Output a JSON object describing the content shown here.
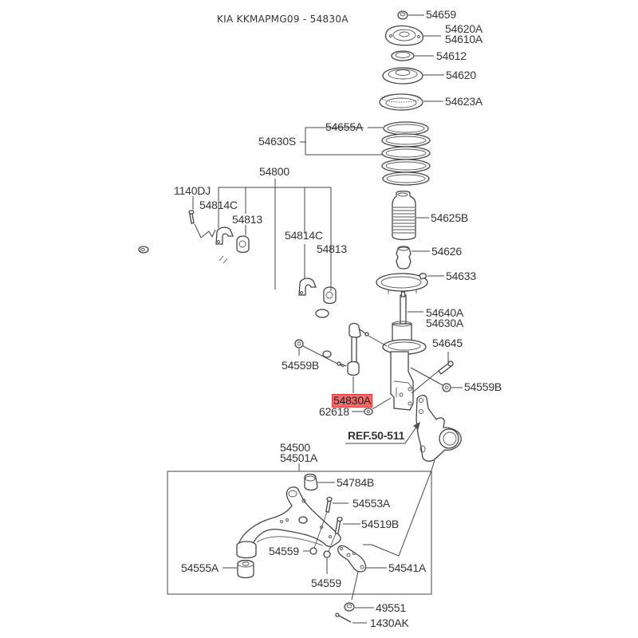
{
  "title": "KIA KKMAPMG09 - 54830A",
  "highlight_color": "#f26b6b",
  "highlighted_part": "54830A",
  "reference": "REF.50-511",
  "labels": {
    "p54659": "54659",
    "p54620A": "54620A",
    "p54610A": "54610A",
    "p54612": "54612",
    "p54620": "54620",
    "p54623A": "54623A",
    "p54655A": "54655A",
    "p54630S": "54630S",
    "p54625B": "54625B",
    "p54626": "54626",
    "p54633": "54633",
    "p54640A": "54640A",
    "p54630A": "54630A",
    "p54645": "54645",
    "p54559B_r": "54559B",
    "p54559B_l": "54559B",
    "p54830A": "54830A",
    "p62618": "62618",
    "p54800": "54800",
    "p1140DJ": "1140DJ",
    "p54814C_1": "54814C",
    "p54813_1": "54813",
    "p54814C_2": "54814C",
    "p54813_2": "54813",
    "p54500": "54500",
    "p54501A": "54501A",
    "p54784B": "54784B",
    "p54553A": "54553A",
    "p54519B": "54519B",
    "p54559_1": "54559",
    "p54559_2": "54559",
    "p54555A": "54555A",
    "p54541A": "54541A",
    "p49551": "49551",
    "p1430AK": "1430AK"
  }
}
